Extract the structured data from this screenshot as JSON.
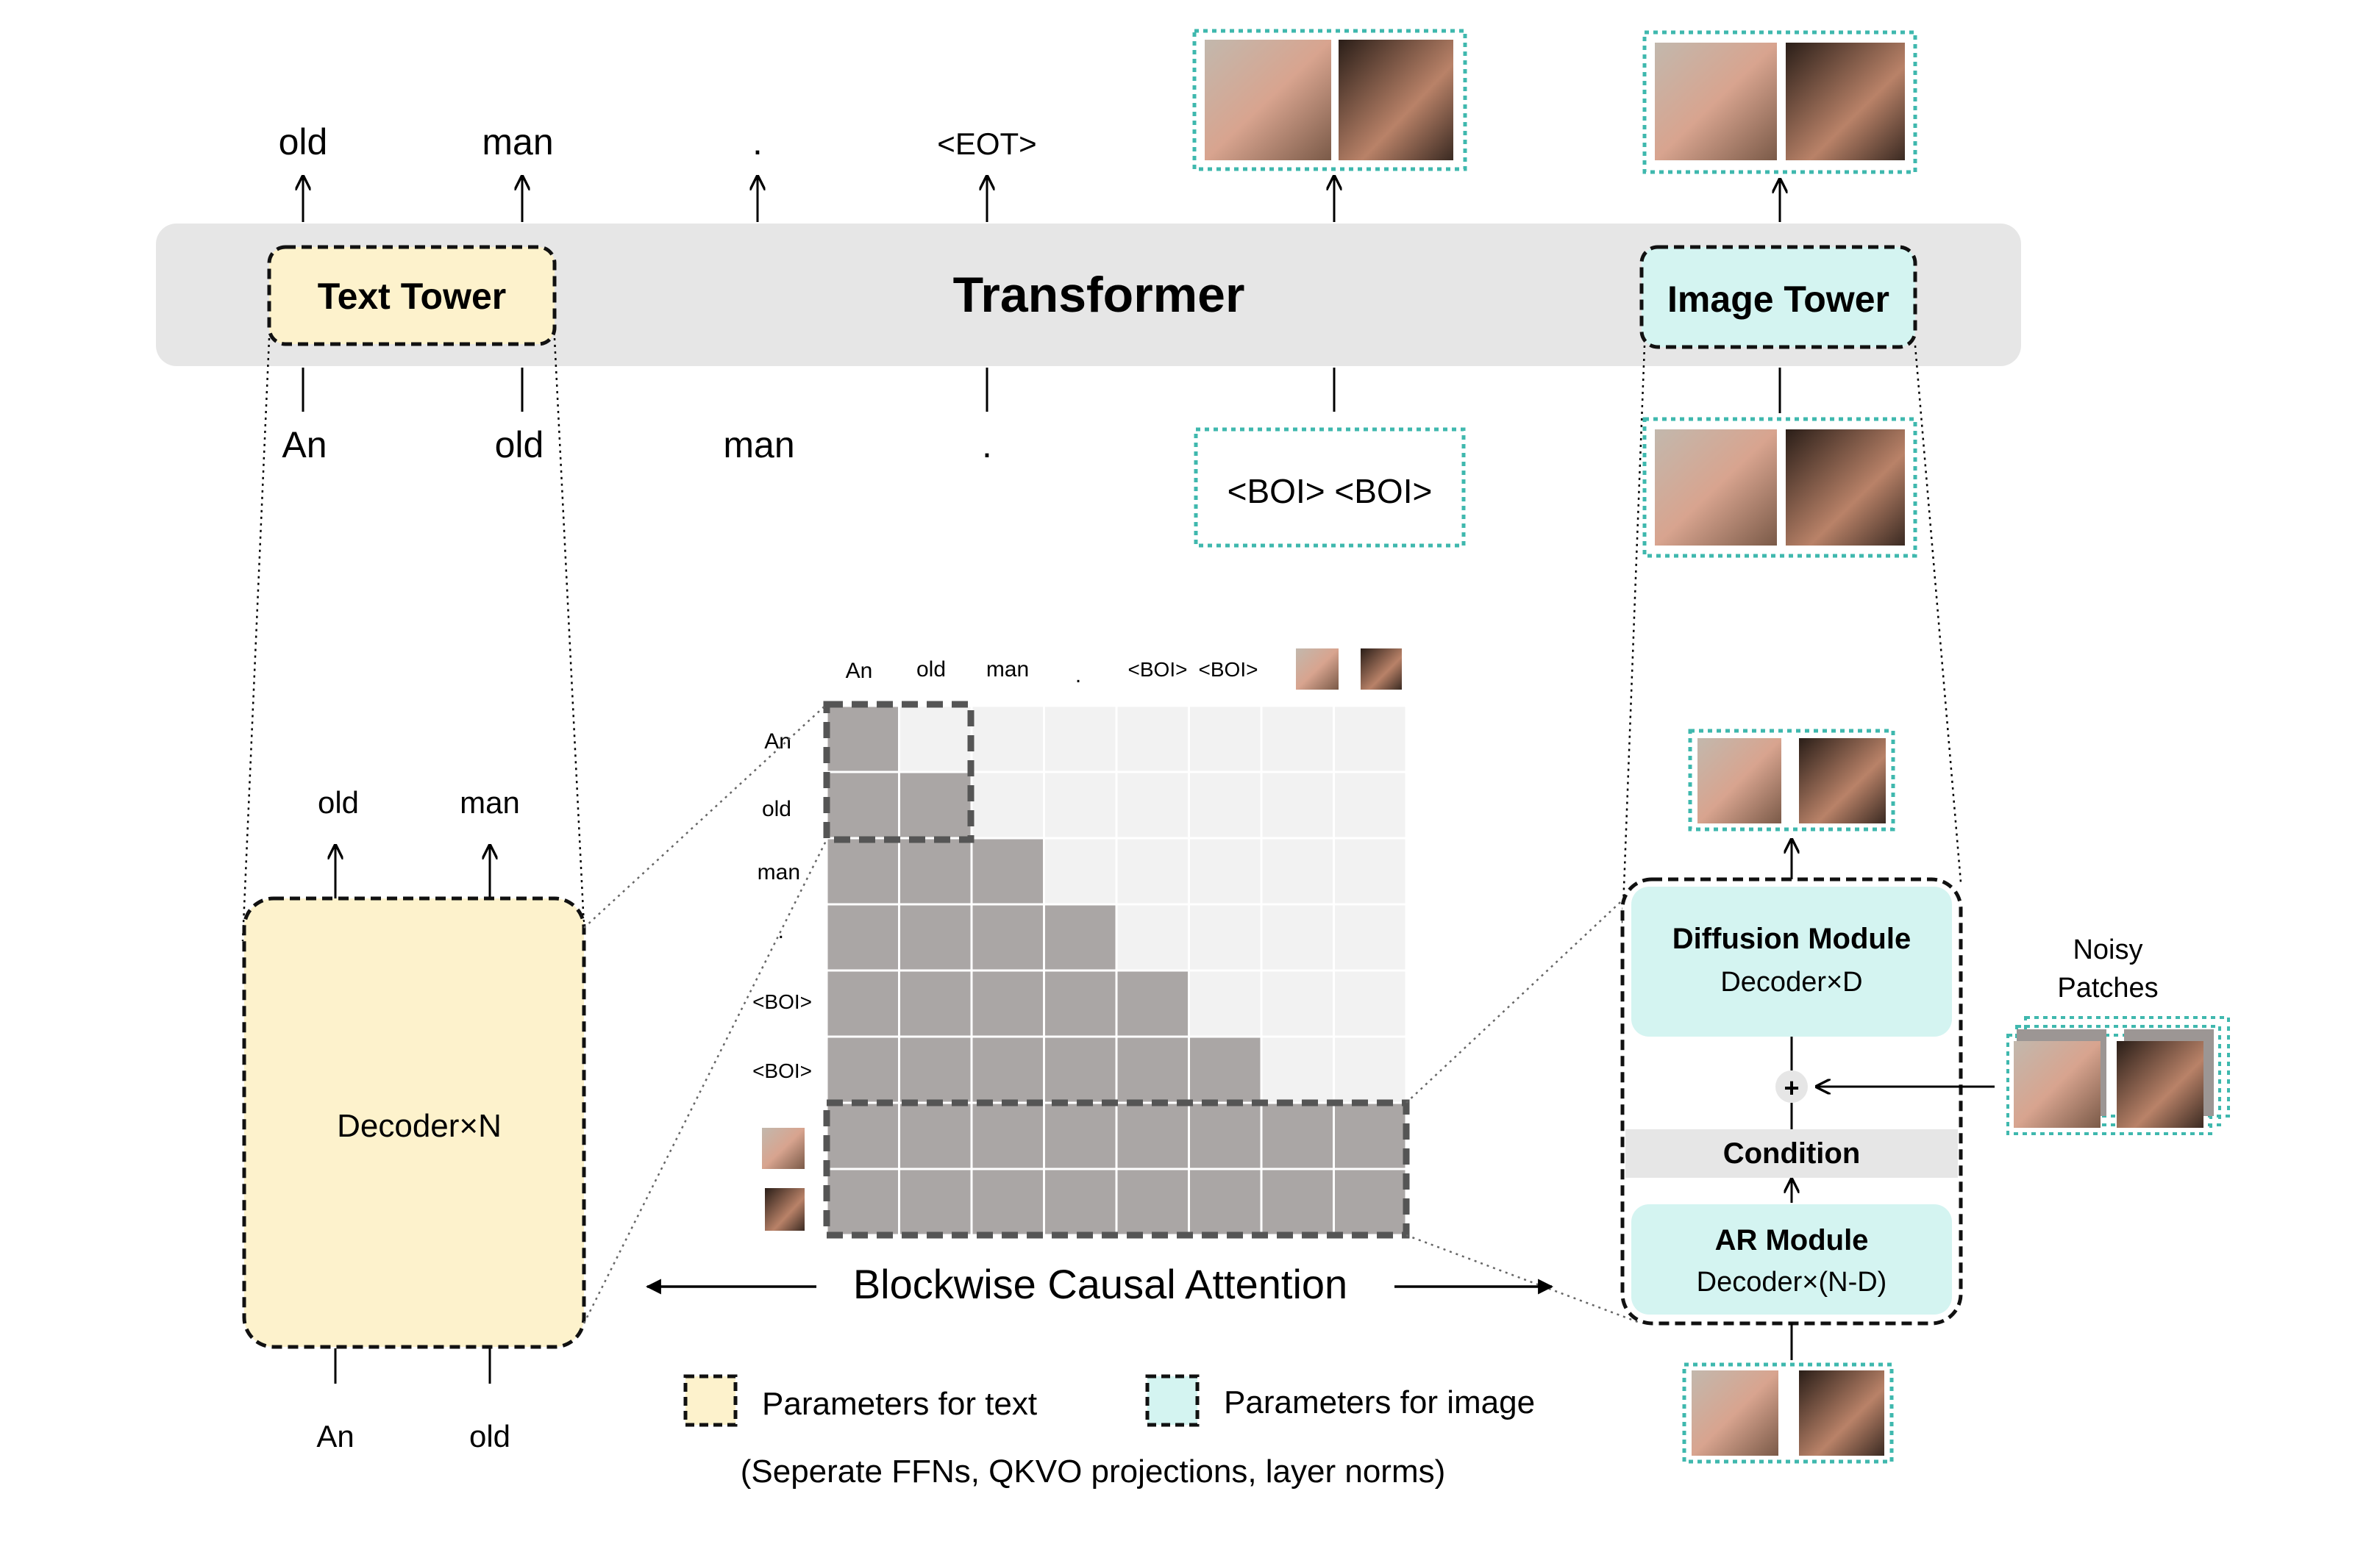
{
  "top": {
    "outputs": [
      "old",
      "man",
      ".",
      "<EOT>"
    ],
    "inputs": [
      "An",
      "old",
      "man",
      "."
    ],
    "transformer_title": "Transformer",
    "text_tower_label": "Text Tower",
    "image_tower_label": "Image Tower",
    "boi_tokens": "<BOI> <BOI>"
  },
  "left_decoder": {
    "outputs": [
      "old",
      "man"
    ],
    "label": "Decoder×N",
    "inputs": [
      "An",
      "old"
    ]
  },
  "attention": {
    "col_labels": [
      "An",
      "old",
      "man",
      ".",
      "<BOI>",
      "<BOI>"
    ],
    "row_labels": [
      "An",
      "old",
      "man",
      ".",
      "<BOI>",
      "<BOI>"
    ],
    "caption": "Blockwise Causal Attention"
  },
  "right_tower": {
    "diffusion_title": "Diffusion Module",
    "diffusion_sub": "Decoder×D",
    "plus": "+",
    "condition": "Condition",
    "ar_title": "AR Module",
    "ar_sub": "Decoder×(N-D)",
    "noisy_line1": "Noisy",
    "noisy_line2": "Patches"
  },
  "legend": {
    "text_params": "Parameters for text",
    "image_params": "Parameters for image",
    "note": "(Seperate FFNs, QKVO projections, layer norms)"
  },
  "colors": {
    "text_fill": "#fdf2cc",
    "image_fill": "#d4f4f1",
    "teal_border": "#3fb8ae",
    "band": "#e6e6e6",
    "mask_on": "#aaa6a5",
    "mask_off": "#f2f2f2"
  }
}
